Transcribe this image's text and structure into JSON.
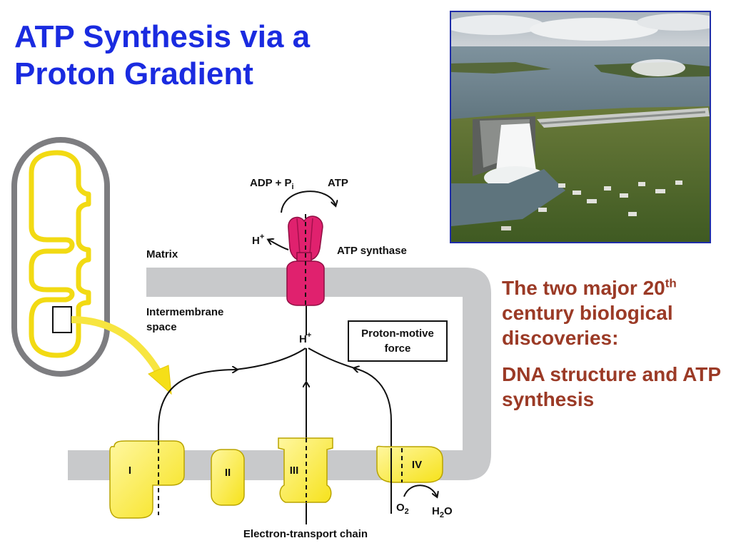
{
  "slide": {
    "title_line1": "ATP Synthesis via a",
    "title_line2": "Proton Gradient",
    "side_text": {
      "para1_before_sup": "The two major 20",
      "para1_sup": "th",
      "para1_after_sup": "century biological discoveries:",
      "para2": "DNA structure and ATP synthesis"
    },
    "photo": {
      "subject": "aerial view of a hydroelectric dam with spillway and reservoir"
    }
  },
  "diagram": {
    "labels": {
      "matrix": "Matrix",
      "intermembrane_1": "Intermembrane",
      "intermembrane_2": "space",
      "atp_synthase": "ATP synthase",
      "adp": "ADP + P",
      "adp_sub": "i",
      "atp": "ATP",
      "h_plus_left": "H",
      "h_plus_center": "H",
      "plus": "+",
      "pmf_1": "Proton-motive",
      "pmf_2": "force",
      "o2": "O",
      "o2_sub": "2",
      "h2o_h": "H",
      "h2o_sub": "2",
      "h2o_o": "O",
      "etc": "Electron-transport chain"
    },
    "complexes": [
      "I",
      "II",
      "III",
      "IV"
    ],
    "colors": {
      "membrane": "#c8c9cb",
      "complex": "#fff23a",
      "synthase": "#e0216e",
      "mito_outer": "#7d7d80",
      "mito_inner": "#f2da13",
      "title": "#1a2be0",
      "side_text": "#9b3a26"
    }
  }
}
